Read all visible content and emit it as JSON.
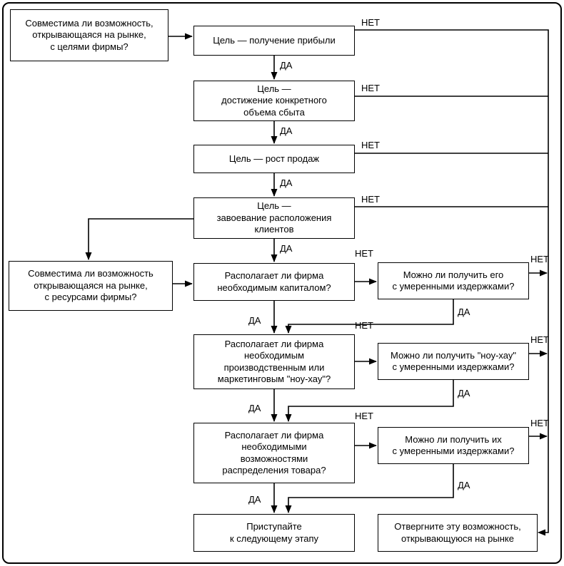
{
  "diagram": {
    "labels": {
      "yes": "ДА",
      "no": "НЕТ"
    },
    "nodes": {
      "goals_compat": "Совместима ли возможность,\nоткрывающаяся на рынке,\nс целями фирмы?",
      "goal_profit": "Цель — получение прибыли",
      "goal_volume": "Цель —\nдостижение конкретного\nобъема сбыта",
      "goal_growth": "Цель — рост продаж",
      "goal_favor": "Цель —\nзавоевание расположения\nклиентов",
      "resources_compat": "Совместима ли возможность\nоткрывающаяся на рынке,\nс ресурсами фирмы?",
      "capital": "Располагает ли фирма\nнеобходимым капиталом?",
      "obtain_capital": "Можно ли получить его\nс умеренными издержками?",
      "knowhow": "Располагает ли фирма\nнеобходимым\nпроизводственным или\nмаркетинговым \"ноу-хау\"?",
      "obtain_knowhow": "Можно ли получить \"ноу-хау\"\nс умеренными издержками?",
      "distribution": "Располагает ли фирма\nнеобходимыми\nвозможностями\nраспределения товара?",
      "obtain_distribution": "Можно ли получить их\nс умеренными издержками?",
      "proceed": "Приступайте\nк следующему этапу",
      "reject": "Отвергните эту возможность,\nоткрывающуюся на рынке"
    },
    "colors": {
      "line": "#000000",
      "background": "#ffffff"
    }
  }
}
